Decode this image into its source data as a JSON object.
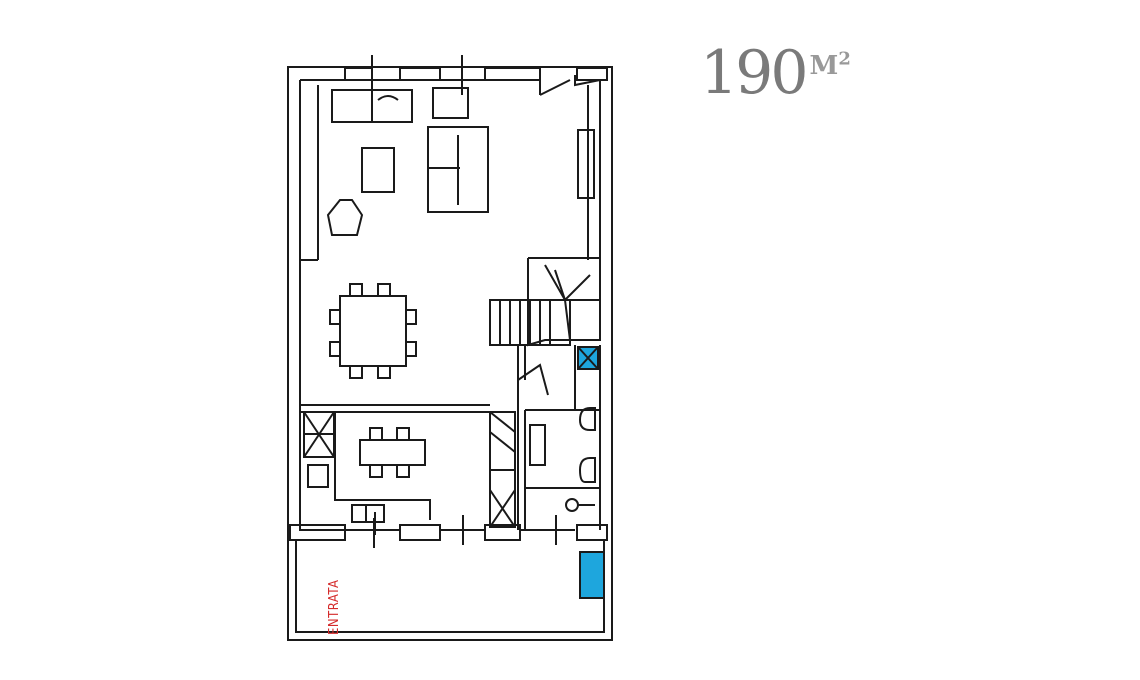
{
  "area": {
    "value": "190",
    "unit": "M",
    "exponent": "2"
  },
  "plan": {
    "entrance_label": "ENTRATA"
  },
  "colors": {
    "wall": "#1a1a1a",
    "highlight": "#1ea6dd",
    "label": "#d42a2a",
    "area_text": "#7a7a7a"
  }
}
